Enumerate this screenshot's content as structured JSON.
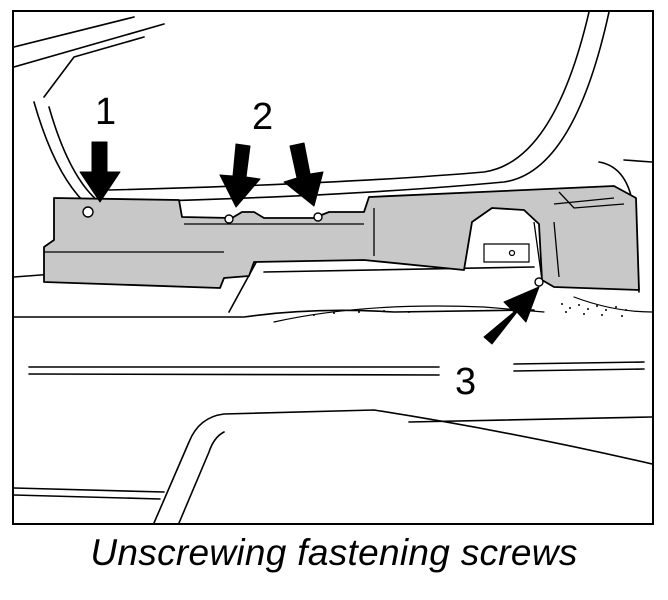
{
  "figure": {
    "callouts": [
      "1",
      "2",
      "3"
    ],
    "caption": "Unscrewing fastening screws"
  },
  "colors": {
    "line": "#000000",
    "panel_fill": "#c8c8c8",
    "background": "#ffffff"
  }
}
